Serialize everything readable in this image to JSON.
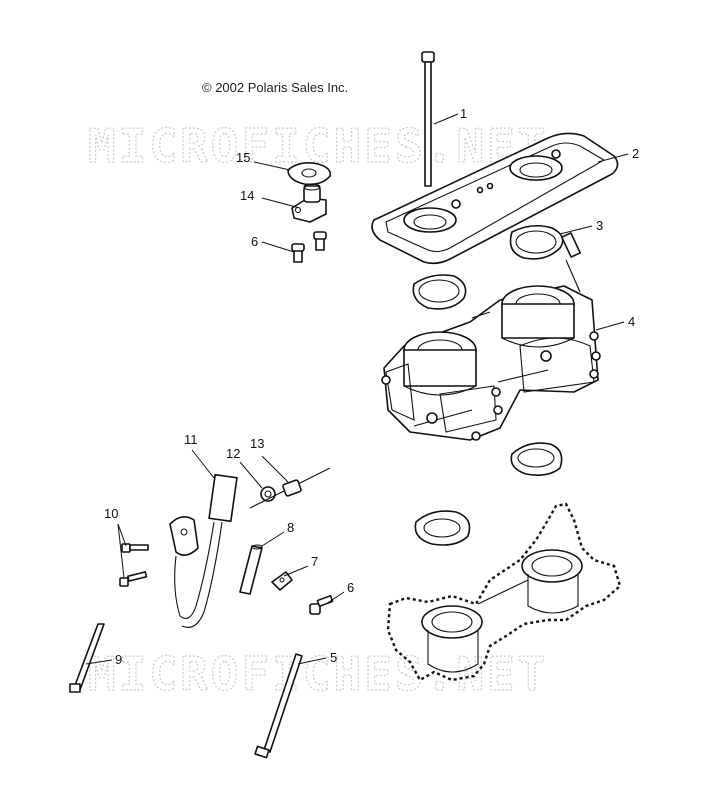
{
  "copyright": "© 2002 Polaris Sales Inc.",
  "watermark": "MICROFICHES.NET",
  "callouts": {
    "c1": "1",
    "c2": "2",
    "c3": "3",
    "c4": "4",
    "c5": "5",
    "c6a": "6",
    "c6b": "6",
    "c7": "7",
    "c8": "8",
    "c9": "9",
    "c10": "10",
    "c11": "11",
    "c12": "12",
    "c13": "13",
    "c14": "14",
    "c15": "15"
  },
  "colors": {
    "line": "#111111",
    "watermark": "#c9c9c9",
    "background": "#ffffff"
  }
}
